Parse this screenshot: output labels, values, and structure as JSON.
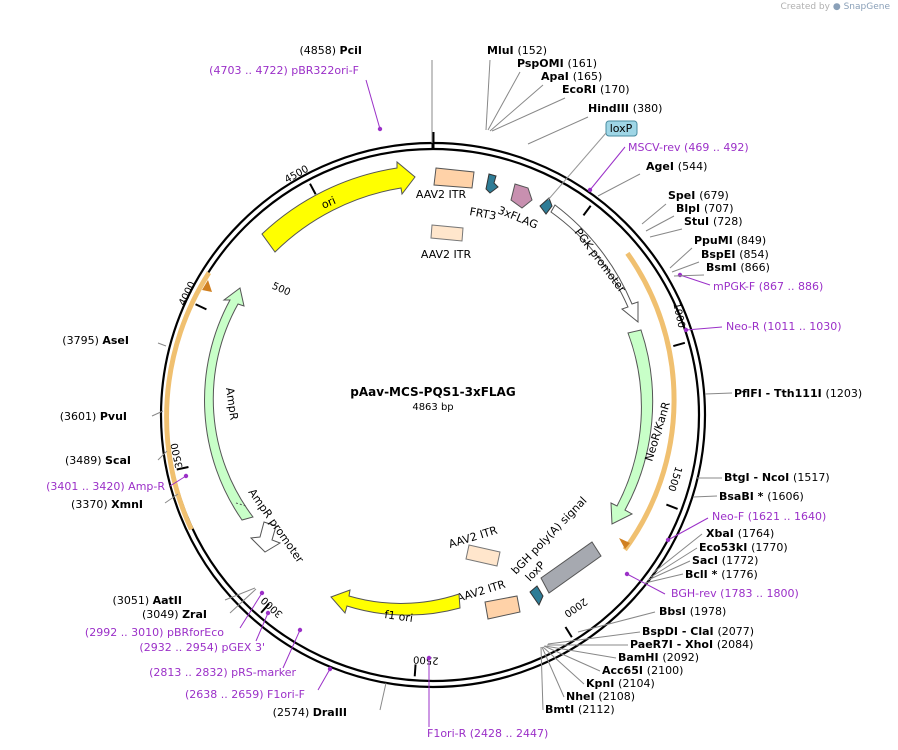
{
  "watermark": {
    "prefix": "Created by",
    "brand": "SnapGene"
  },
  "plasmid": {
    "name": "pAav-MCS-PQS1-3xFLAG",
    "size_label": "4863 bp",
    "length": 4863
  },
  "ticks": [
    "500",
    "1000",
    "1500",
    "2000",
    "2500",
    "3000",
    "3500",
    "4000",
    "4500"
  ],
  "sites": [
    {
      "name": "PciI",
      "pos": "(4858)"
    },
    {
      "name": "MluI",
      "pos": "(152)"
    },
    {
      "name": "PspOMI",
      "pos": "(161)"
    },
    {
      "name": "ApaI",
      "pos": "(165)"
    },
    {
      "name": "EcoRI",
      "pos": "(170)"
    },
    {
      "name": "HindIII",
      "pos": "(380)"
    },
    {
      "name": "AgeI",
      "pos": "(544)"
    },
    {
      "name": "SpeI",
      "pos": "(679)"
    },
    {
      "name": "BlpI",
      "pos": "(707)"
    },
    {
      "name": "StuI",
      "pos": "(728)"
    },
    {
      "name": "PpuMI",
      "pos": "(849)"
    },
    {
      "name": "BspEI",
      "pos": "(854)"
    },
    {
      "name": "BsmI",
      "pos": "(866)"
    },
    {
      "name": "PflFI  - Tth111I",
      "pos": "(1203)"
    },
    {
      "name": "BtgI  - NcoI",
      "pos": "(1517)"
    },
    {
      "name": "BsaBI *",
      "pos": "(1606)"
    },
    {
      "name": "XbaI",
      "pos": "(1764)"
    },
    {
      "name": "Eco53kI",
      "pos": "(1770)"
    },
    {
      "name": "SacI",
      "pos": "(1772)"
    },
    {
      "name": "BclI *",
      "pos": "(1776)"
    },
    {
      "name": "BbsI",
      "pos": "(1978)"
    },
    {
      "name": "BspDI  - ClaI",
      "pos": "(2077)"
    },
    {
      "name": "PaeR7I  - XhoI",
      "pos": "(2084)"
    },
    {
      "name": "BamHI",
      "pos": "(2092)"
    },
    {
      "name": "Acc65I",
      "pos": "(2100)"
    },
    {
      "name": "KpnI",
      "pos": "(2104)"
    },
    {
      "name": "NheI",
      "pos": "(2108)"
    },
    {
      "name": "BmtI",
      "pos": "(2112)"
    },
    {
      "name": "DraIII",
      "pos": "(2574)"
    },
    {
      "name": "ZraI",
      "pos": "(3049)"
    },
    {
      "name": "AatII",
      "pos": "(3051)"
    },
    {
      "name": "XmnI",
      "pos": "(3370)"
    },
    {
      "name": "ScaI",
      "pos": "(3489)"
    },
    {
      "name": "PvuI",
      "pos": "(3601)"
    },
    {
      "name": "AseI",
      "pos": "(3795)"
    }
  ],
  "primers": [
    {
      "name": "pBR322ori-F",
      "range": "(4703 .. 4722)"
    },
    {
      "name": "MSCV-rev",
      "range": "(469 .. 492)"
    },
    {
      "name": "mPGK-F",
      "range": "(867 .. 886)"
    },
    {
      "name": "Neo-R",
      "range": "(1011 .. 1030)"
    },
    {
      "name": "Neo-F",
      "range": "(1621 .. 1640)"
    },
    {
      "name": "BGH-rev",
      "range": "(1783 .. 1800)"
    },
    {
      "name": "F1ori-R",
      "range": "(2428 .. 2447)"
    },
    {
      "name": "F1ori-F",
      "range": "(2638 .. 2659)"
    },
    {
      "name": "pRS-marker",
      "range": "(2813 .. 2832)"
    },
    {
      "name": "pGEX 3'",
      "range": "(2932 .. 2954)"
    },
    {
      "name": "pBRforEco",
      "range": "(2992 .. 3010)"
    },
    {
      "name": "Amp-R",
      "range": "(3401 .. 3420)"
    }
  ],
  "features": {
    "ori": "ori",
    "aav2_itr": "AAV2 ITR",
    "frt3": "FRT3",
    "flag3x": "3xFLAG",
    "loxp": "loxP",
    "pgk_promoter": "PGK promoter",
    "neor": "NeoR/KanR",
    "bgh": "bGH poly(A) signal",
    "f1ori": "f1 ori",
    "ampr": "AmpR",
    "ampr_promoter": "AmpR promoter"
  },
  "colors": {
    "ori": "#ffff00",
    "itr": "#ffd2a8",
    "itr_light": "#ffe6cc",
    "promoter": "#ffffff",
    "marker": "#c8ffc8",
    "frt": "#2e7c96",
    "flag": "#c890b0",
    "polyA": "#a6a9b0",
    "loxp_box": "#9fd6e6",
    "primer": "#9b30c8",
    "orf_glow": "#f0b040"
  }
}
